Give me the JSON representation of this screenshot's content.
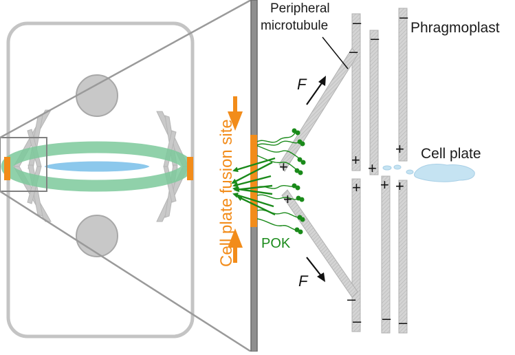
{
  "labels": {
    "peripheral_line1": "Peripheral",
    "peripheral_line2": "microtubule",
    "phragmoplast": "Phragmoplast",
    "cell_plate": "Cell plate",
    "fusion_site": "Cell plate fusion site",
    "pok": "POK",
    "force": "F",
    "plus": "+",
    "minus": "–"
  },
  "colors": {
    "outline": "#c4c4c4",
    "microtubule": "#c9c9c9",
    "nucleus": "#c8c8c8",
    "green_band": "#7cc99b",
    "cell_plate": "#c5e3f2",
    "cell_plate_core": "#8cc8ec",
    "orange": "#f28c1a",
    "pok_green": "#1a8a1a",
    "wall": "#8f8f8f"
  }
}
